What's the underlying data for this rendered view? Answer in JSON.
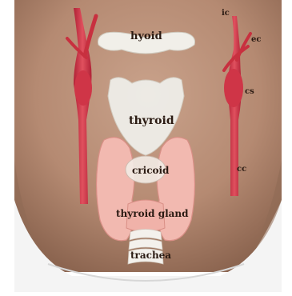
{
  "labels": {
    "hyoid": "hyoid",
    "thyroid": "thyroid",
    "cricoid": "cricoid",
    "thyroid_gland": "thyroid gland",
    "trachea": "trachea",
    "ic": "ic",
    "ec": "ec",
    "cs": "cs",
    "cc": "cc"
  },
  "colors": {
    "skin": "#b98f78",
    "skin_dark": "#8a6250",
    "artery": "#d23a4c",
    "cartilage": "#efeee9",
    "gland": "#f2b9b0",
    "shirt": "#f4f4f4"
  }
}
